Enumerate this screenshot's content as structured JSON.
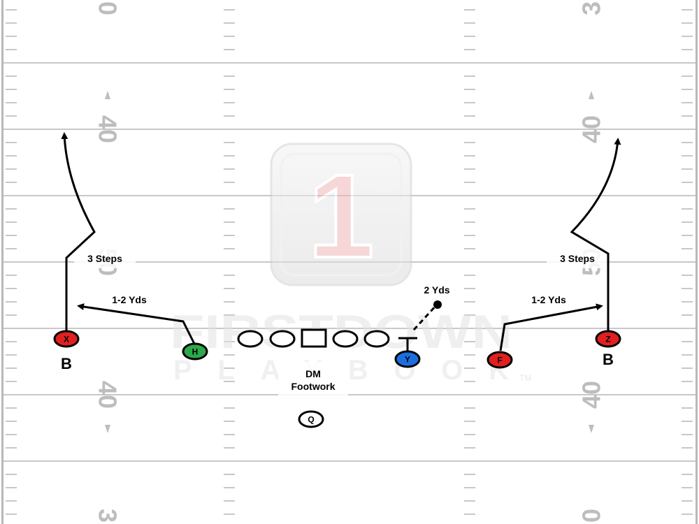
{
  "field": {
    "yard_numbers": {
      "top_left": "0",
      "top_right": "3",
      "upper_left": "40",
      "upper_right": "40",
      "mid_left": "50",
      "mid_right": "50",
      "lower_left": "40",
      "lower_right": "40",
      "bottom_left": "3",
      "bottom_right": "0"
    },
    "colors": {
      "line": "#c8c8c8",
      "number": "#bdbdbd",
      "border": "#b8b8b8"
    }
  },
  "watermark": {
    "badge_digit": "1",
    "wordmark_top": "FIRSTDOWN",
    "wordmark_bottom": "PLAYBOOK",
    "trademark": "TM"
  },
  "players": {
    "x": {
      "label": "X",
      "color": "#e02020"
    },
    "h": {
      "label": "H",
      "color": "#2ea84a"
    },
    "y": {
      "label": "Y",
      "color": "#1a6fe0"
    },
    "f": {
      "label": "F",
      "color": "#e02020"
    },
    "z": {
      "label": "Z",
      "color": "#e02020"
    },
    "q": {
      "label": "Q",
      "color": "#ffffff"
    }
  },
  "annotations": {
    "left_steps": "3 Steps",
    "right_steps": "3 Steps",
    "left_yds": "1-2 Yds",
    "right_yds": "1-2 Yds",
    "y_yds": "2 Yds",
    "dm_line1": "DM",
    "dm_line2": "Footwork",
    "left_b": "B",
    "right_b": "B"
  }
}
